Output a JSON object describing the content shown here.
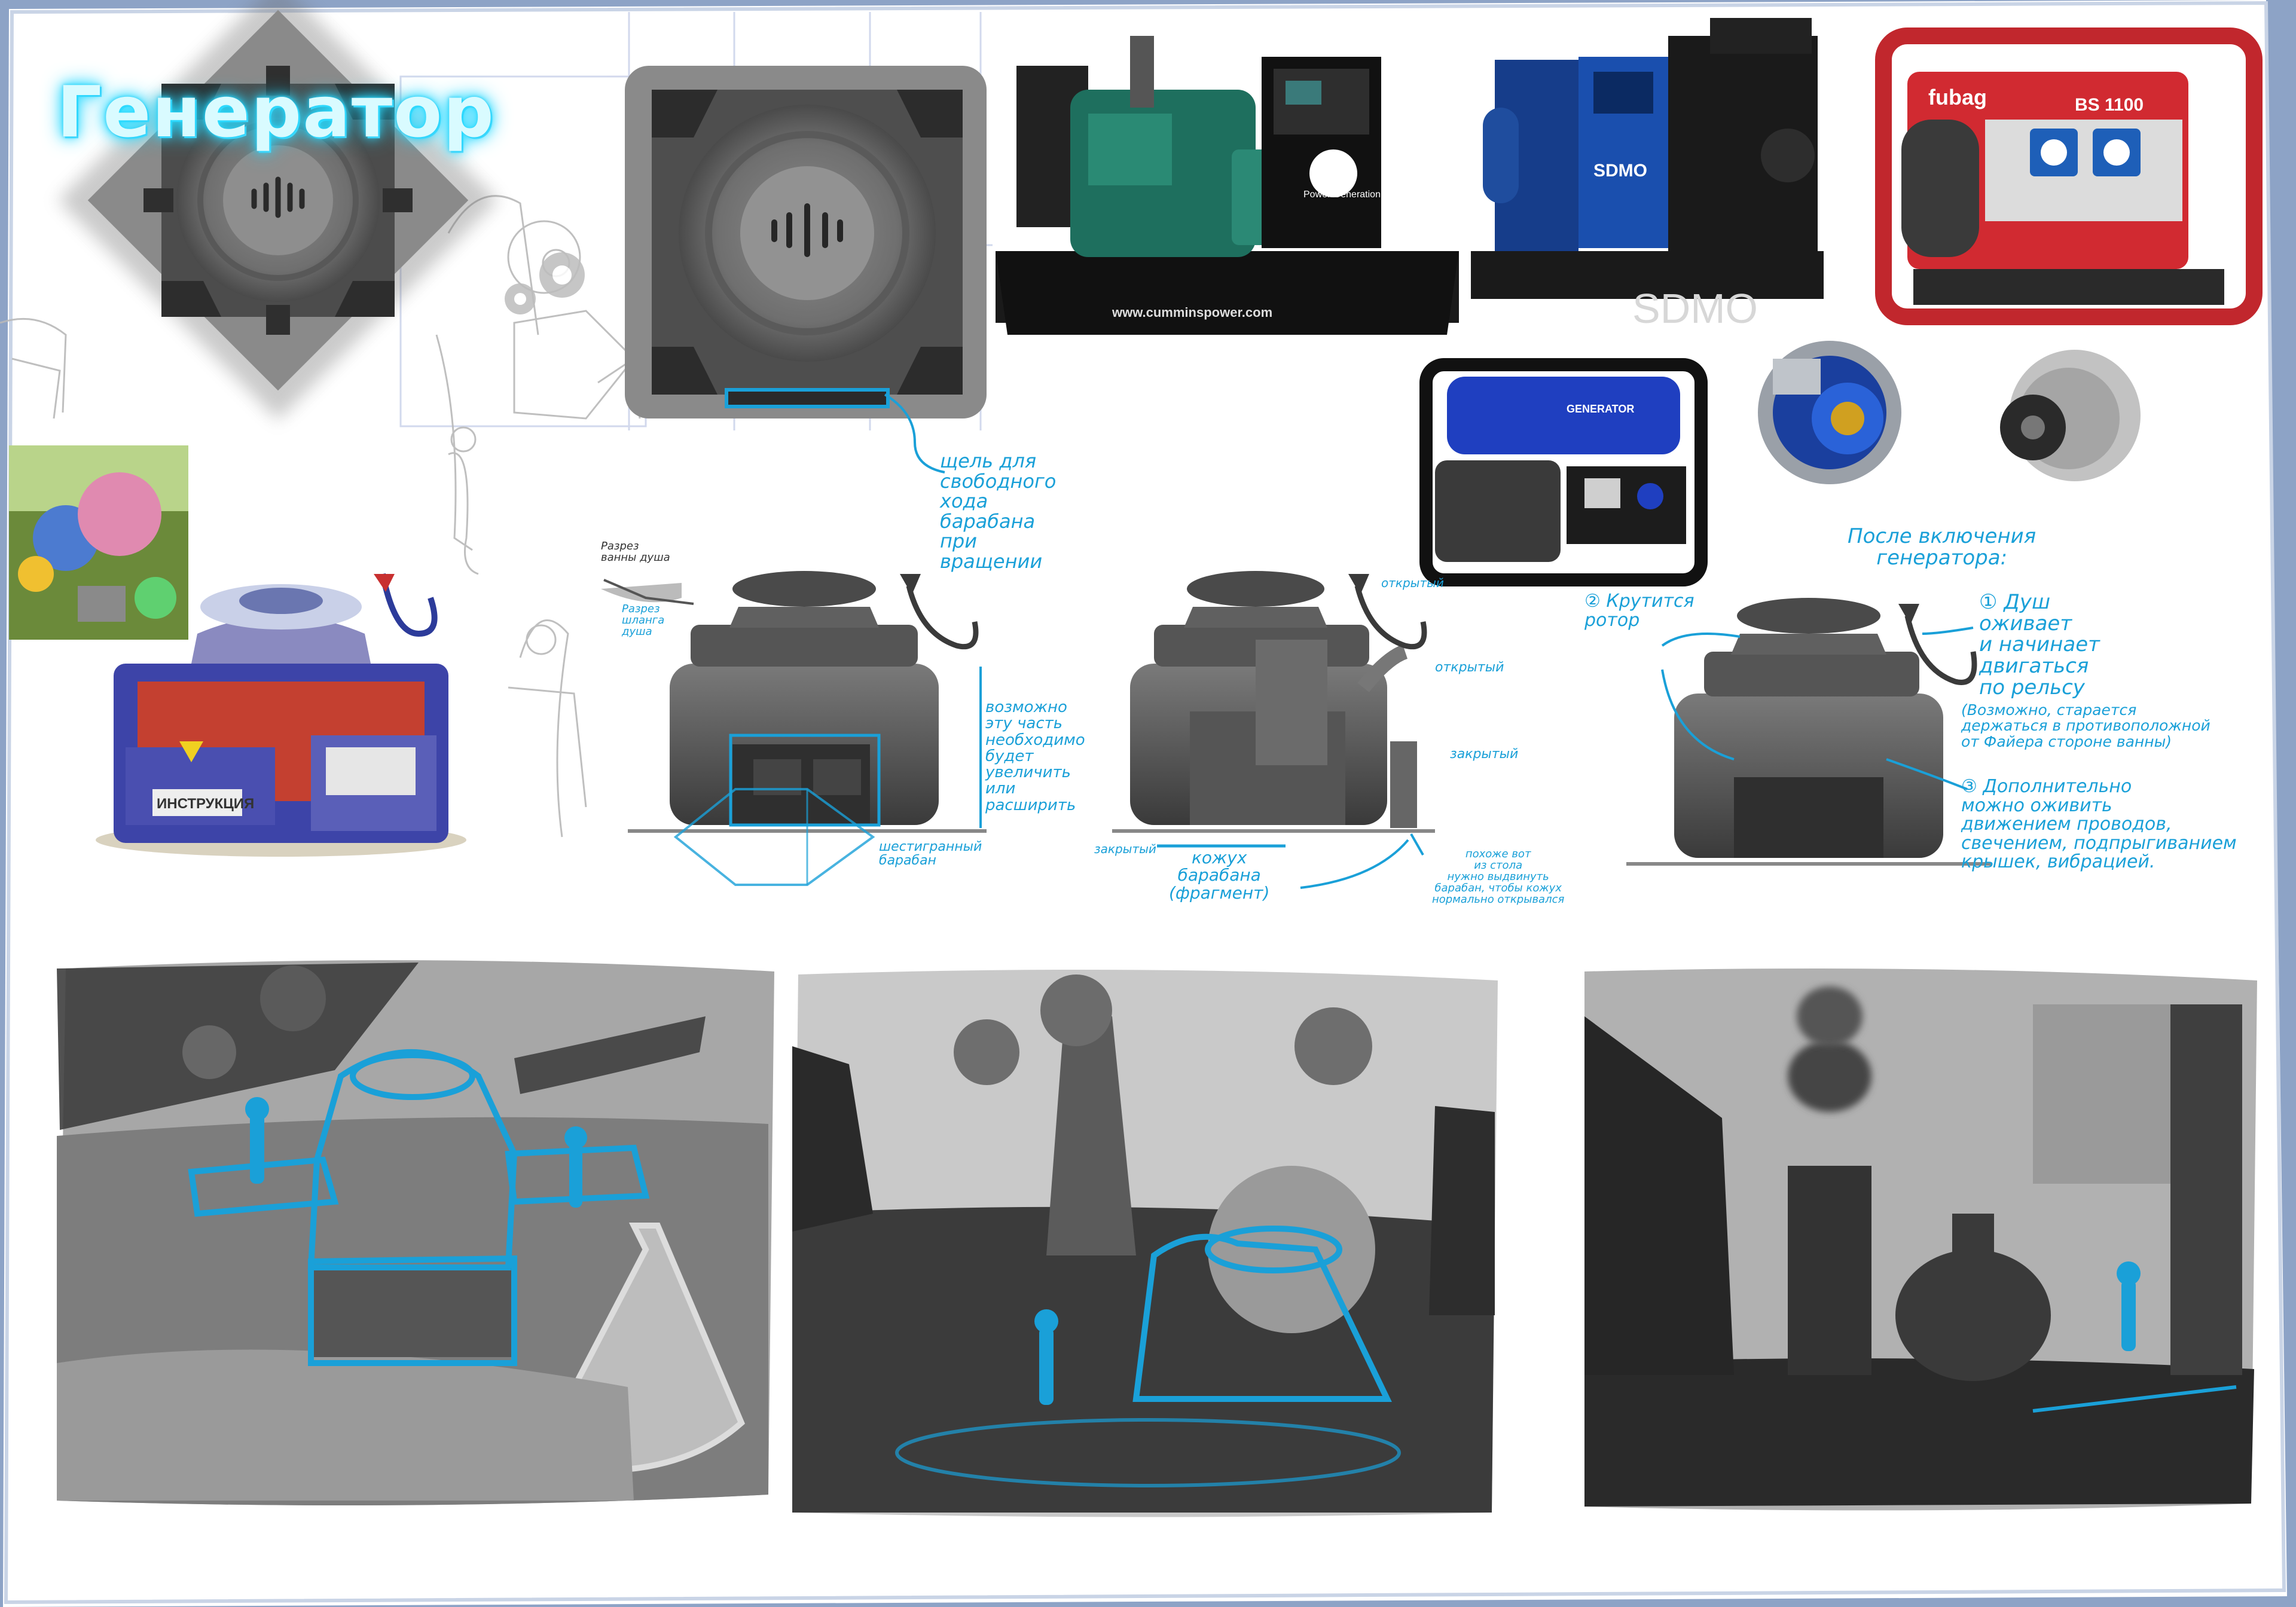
{
  "title": "Генератор",
  "photos": {
    "cummins_url": "www.cumminspower.com",
    "cummins_brand": "Power Generation",
    "sdmo_label": "SDMO",
    "sdmo_watermark": "SDMO",
    "fubag_brand": "fubag",
    "fubag_model": "BS 1100",
    "generator_label": "GENERATOR"
  },
  "sketch_labels": {
    "instruction": "ИНСТРУКЦИЯ"
  },
  "notes": {
    "slot": "щель для\nсвободного\nхода\nбарабана\nпри\nвращении",
    "shower_cut": "Разрез\nванны душа",
    "hose_cut": "Разрез\nшланга\nдуша",
    "expand": "возможно\nэту часть\nнеобходимо\nбудет\nувеличить\nили\nрасширить",
    "drum": "шестигранный\nбарабан",
    "open1": "открытый",
    "open2": "открытый",
    "closed1": "закрытый",
    "closed2": "закрытый",
    "casing": "кожух\nбарабана\n(фрагмент)",
    "table_note": "похоже вот\nиз стола\nнужно выдвинуть\nбарабан, чтобы кожух\nнормально открывался",
    "after_title": "После включения\nгенератора:",
    "rotor": "② Крутится\nротор",
    "n1": "① Душ\nоживает\nи начинает\nдвигаться\nпо рельсу",
    "n1b": "(Возможно, старается\nдержаться в противоположной\nот Файера стороне ванны)",
    "n3": "③ Дополнительно\nможно оживить\nдвижением проводов,\nсвечением, подпрыгиванием\nкрышек, вибрацией."
  },
  "colors": {
    "accent": "#1aa0d8",
    "paper": "#ffffff",
    "border": "#8da3c6"
  }
}
